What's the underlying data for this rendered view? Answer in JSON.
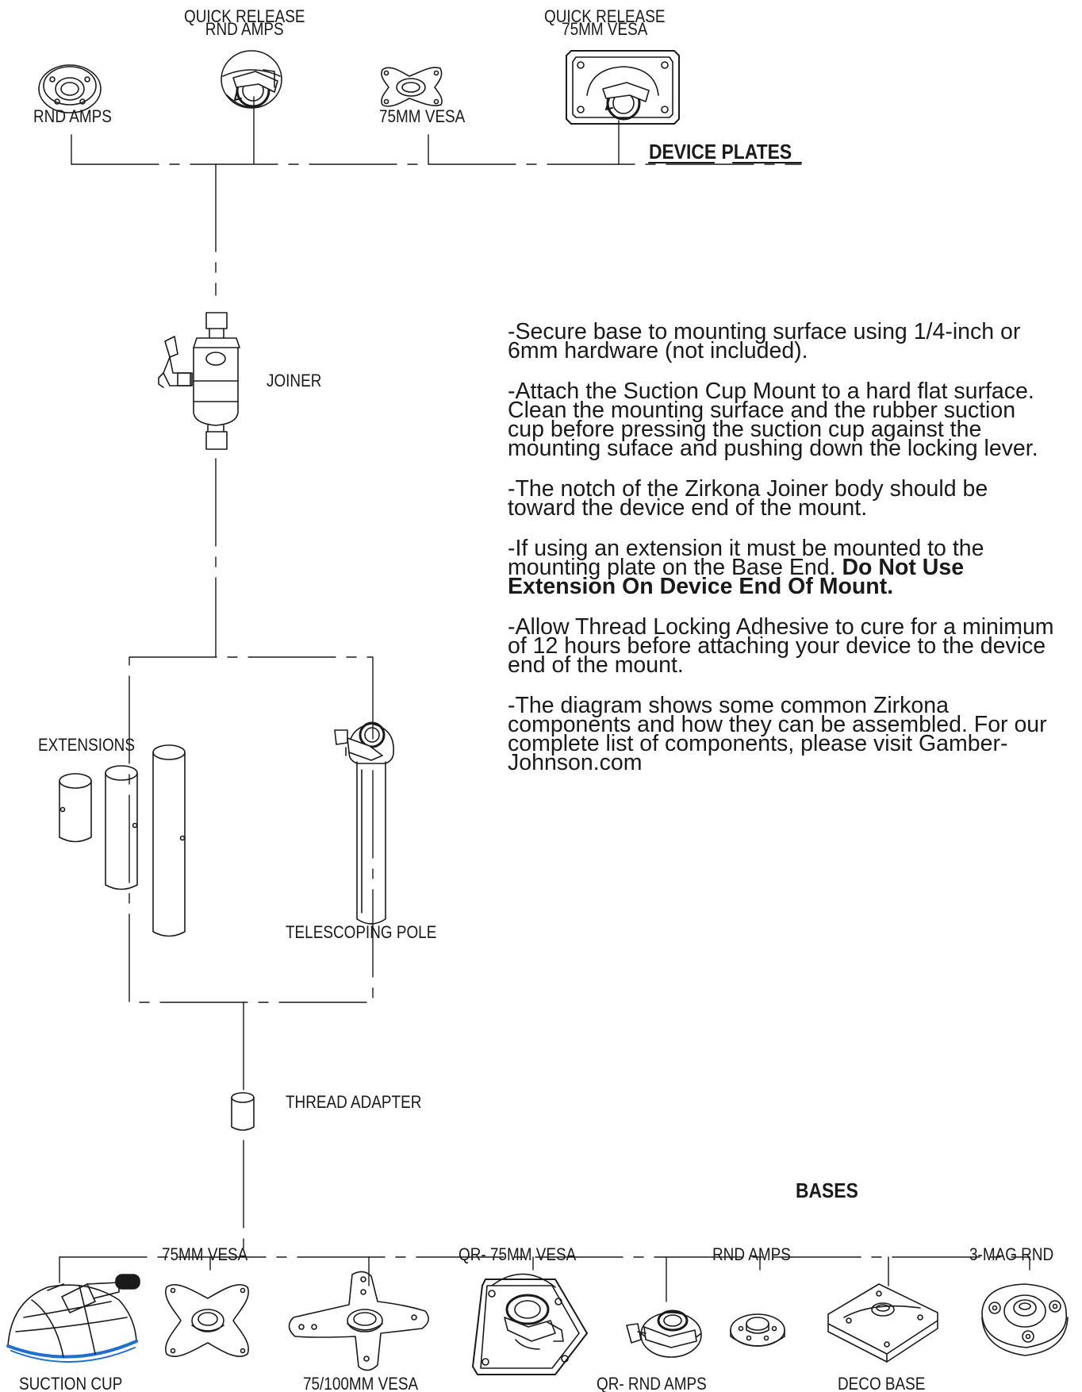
{
  "headings": {
    "device_plates": "DEVICE PLATES",
    "bases": "BASES"
  },
  "device_plates": {
    "rnd_amps": "RND AMPS",
    "qr_rnd_amps": [
      "QUICK RELEASE",
      "RND AMPS"
    ],
    "vesa_75": "75MM VESA",
    "qr_vesa_75": [
      "QUICK RELEASE",
      "75MM VESA"
    ]
  },
  "components": {
    "joiner": "JOINER",
    "extensions": "EXTENSIONS",
    "telescoping_pole": "TELESCOPING POLE",
    "thread_adapter": "THREAD ADAPTER"
  },
  "bases": {
    "suction_cup": "SUCTION CUP",
    "vesa_75": "75MM VESA",
    "vesa_75_100": "75/100MM VESA",
    "qr_vesa_75": "QR- 75MM VESA",
    "qr_rnd_amps": "QR- RND AMPS",
    "rnd_amps": "RND AMPS",
    "deco_base": "DECO BASE",
    "mag_rnd": "3-MAG RND"
  },
  "instructions": [
    {
      "text": "-Secure base to mounting surface using 1/4-inch or 6mm hardware (not included).",
      "bold": ""
    },
    {
      "text": "-Attach the Suction Cup Mount to a hard flat surface.  Clean the mounting surface and the rubber suction cup before pressing the suction cup against the mounting suface and pushing down the locking lever.",
      "bold": ""
    },
    {
      "text": "-The notch of the Zirkona Joiner body should be toward the device end of the mount.",
      "bold": ""
    },
    {
      "text": "-If using an extension it must be mounted to the mounting plate on the Base End.  ",
      "bold": "Do Not Use Extension On Device End Of Mount."
    },
    {
      "text": "-Allow Thread Locking Adhesive to cure for a minimum of 12 hours before attaching your device to the device end of the mount.",
      "bold": ""
    },
    {
      "text": "-The diagram shows some common Zirkona components and how they can be assembled.  For our complete list of components, please visit Gamber-Johnson.com",
      "bold": ""
    }
  ],
  "colors": {
    "line": "#1a1a1a",
    "suction_cup_accent": "#1e6fd0"
  }
}
